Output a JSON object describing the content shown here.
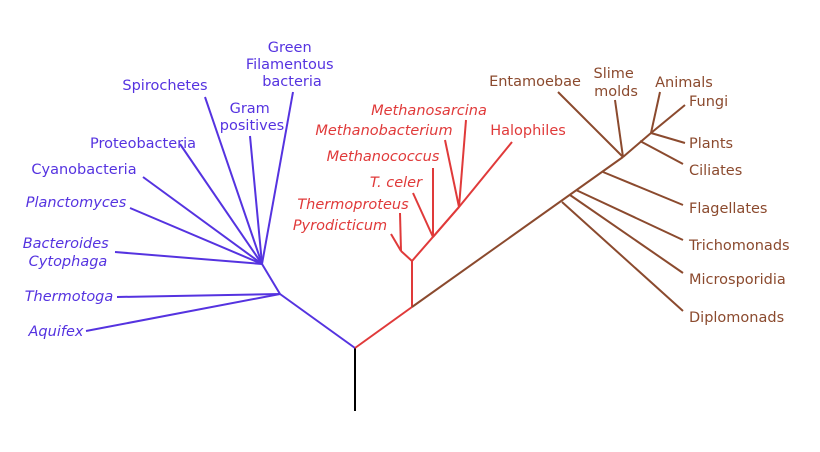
{
  "colors": {
    "bacteria": "#5533e0",
    "archaea": "#e03a3a",
    "eukaryota": "#8b4a2e",
    "root": "#000000"
  },
  "bacteria": {
    "green_filamentous": [
      "Green",
      "Filamentous",
      "bacteria"
    ],
    "spirochetes": "Spirochetes",
    "gram_positives": [
      "Gram",
      "positives"
    ],
    "proteobacteria": "Proteobacteria",
    "cyanobacteria": "Cyanobacteria",
    "planctomyces": "Planctomyces",
    "bacteroides": [
      "Bacteroides",
      "Cytophaga"
    ],
    "thermotoga": "Thermotoga",
    "aquifex": "Aquifex"
  },
  "archaea": {
    "methanosarcina": "Methanosarcina",
    "methanobacterium": "Methanobacterium",
    "halophiles": "Halophiles",
    "methanococcus": "Methanococcus",
    "t_celer": "T. celer",
    "thermoproteus": "Thermoproteus",
    "pyrodicticum": "Pyrodicticum"
  },
  "eukaryota": {
    "entamoebae": "Entamoebae",
    "slime_molds": [
      "Slime",
      "molds"
    ],
    "animals": "Animals",
    "fungi": "Fungi",
    "plants": "Plants",
    "ciliates": "Ciliates",
    "flagellates": "Flagellates",
    "trichomonads": "Trichomonads",
    "microsporidia": "Microsporidia",
    "diplomonads": "Diplomonads"
  }
}
